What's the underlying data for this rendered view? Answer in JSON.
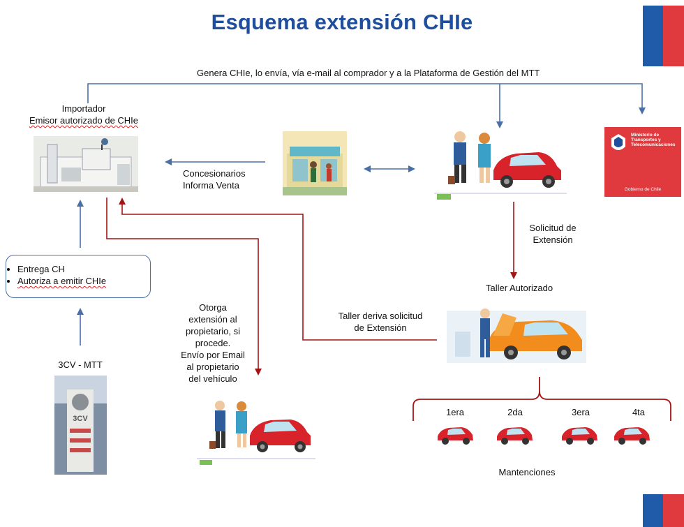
{
  "title": "Esquema extensión CHIe",
  "top_label": "Genera CHIe, lo envía, vía e-mail al comprador  y a la Plataforma de Gestión del  MTT",
  "importer": {
    "line1": "Importador",
    "line2": "Emisor autorizado de CHIe"
  },
  "concesionarios": {
    "line1": "Concesionarios",
    "line2": "Informa Venta"
  },
  "box_items": [
    "Entrega CH",
    "Autoriza  a emitir CHIe"
  ],
  "cv_label": "3CV - MTT",
  "cv_sign": "3CV",
  "otorga": [
    "Otorga",
    "extensión al",
    "propietario, si",
    "procede.",
    "Envío por Email",
    "al propietario",
    "del vehículo"
  ],
  "solicitud": {
    "line1": "Solicitud de",
    "line2": "Extensión"
  },
  "taller": "Taller Autorizado",
  "taller_deriva": {
    "line1": "Taller deriva solicitud",
    "line2": "de Extensión"
  },
  "maintenance": [
    "1era",
    "2da",
    "3era",
    "4ta"
  ],
  "mantenciones": "Mantenciones",
  "ministry": {
    "line1": "Ministerio de",
    "line2": "Transportes y",
    "line3": "Telecomunicaciones",
    "footer": "Gobierno de Chile"
  },
  "colors": {
    "title": "#1f4e9c",
    "blue_arrow": "#4a6fa5",
    "red_arrow": "#a31515",
    "brand_blue": "#1f5ba8",
    "brand_red": "#e03a3e"
  }
}
